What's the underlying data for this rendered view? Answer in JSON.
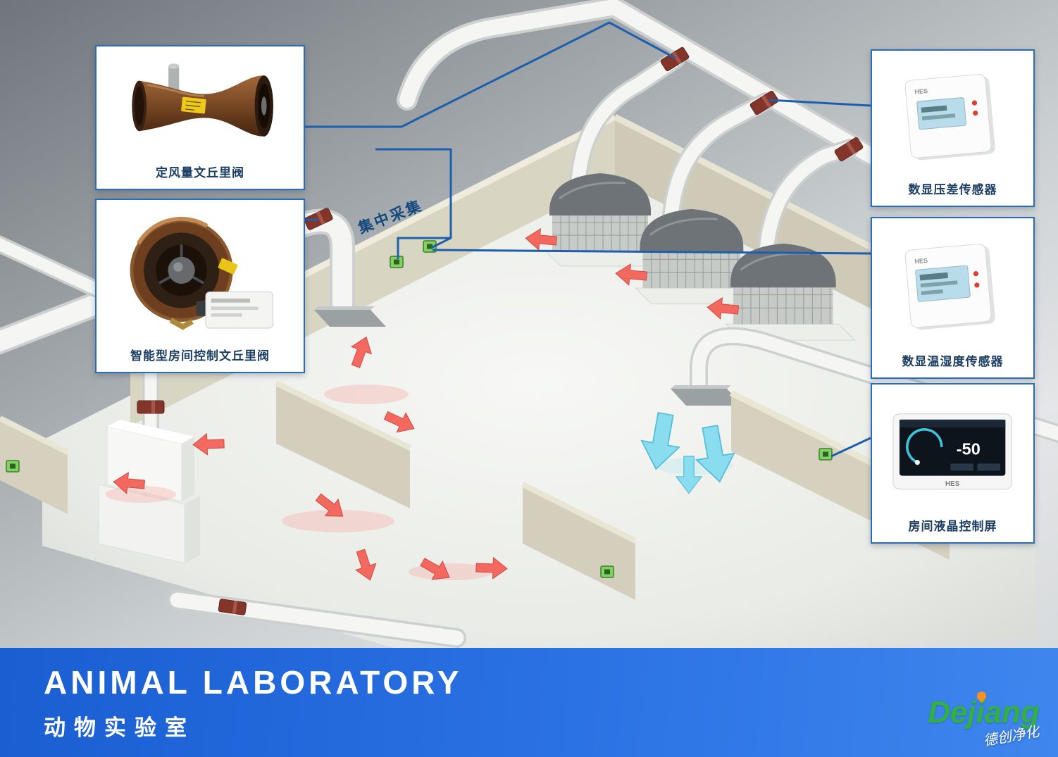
{
  "banner": {
    "title": "ANIMAL LABORATORY",
    "subtitle": "动物实验室"
  },
  "logo": {
    "brand": "Dejiang",
    "tagline": "德创净化"
  },
  "scene": {
    "central_label": "集中采集"
  },
  "callouts": {
    "cav_venturi": {
      "label": "定风量文丘里阀"
    },
    "smart_venturi": {
      "label": "智能型房间控制文丘里阀"
    },
    "pressure_sensor": {
      "label": "数显压差传感器",
      "brand": "HES"
    },
    "temp_humidity_sensor": {
      "label": "数显温湿度传感器",
      "brand": "HES"
    },
    "lcd_panel": {
      "label": "房间液晶控制屏",
      "brand": "HES",
      "reading": "-50"
    }
  },
  "colors": {
    "connector_blue": "#1d5fae",
    "banner_blue": "#2b72e4",
    "brand_green": "#33b043",
    "brand_orange": "#f6921e",
    "arrow_red": "#f3695f",
    "arrow_cyan": "#8adcef",
    "wall_beige": "#d6d1bf",
    "sensor_green": "#7ed45f"
  }
}
